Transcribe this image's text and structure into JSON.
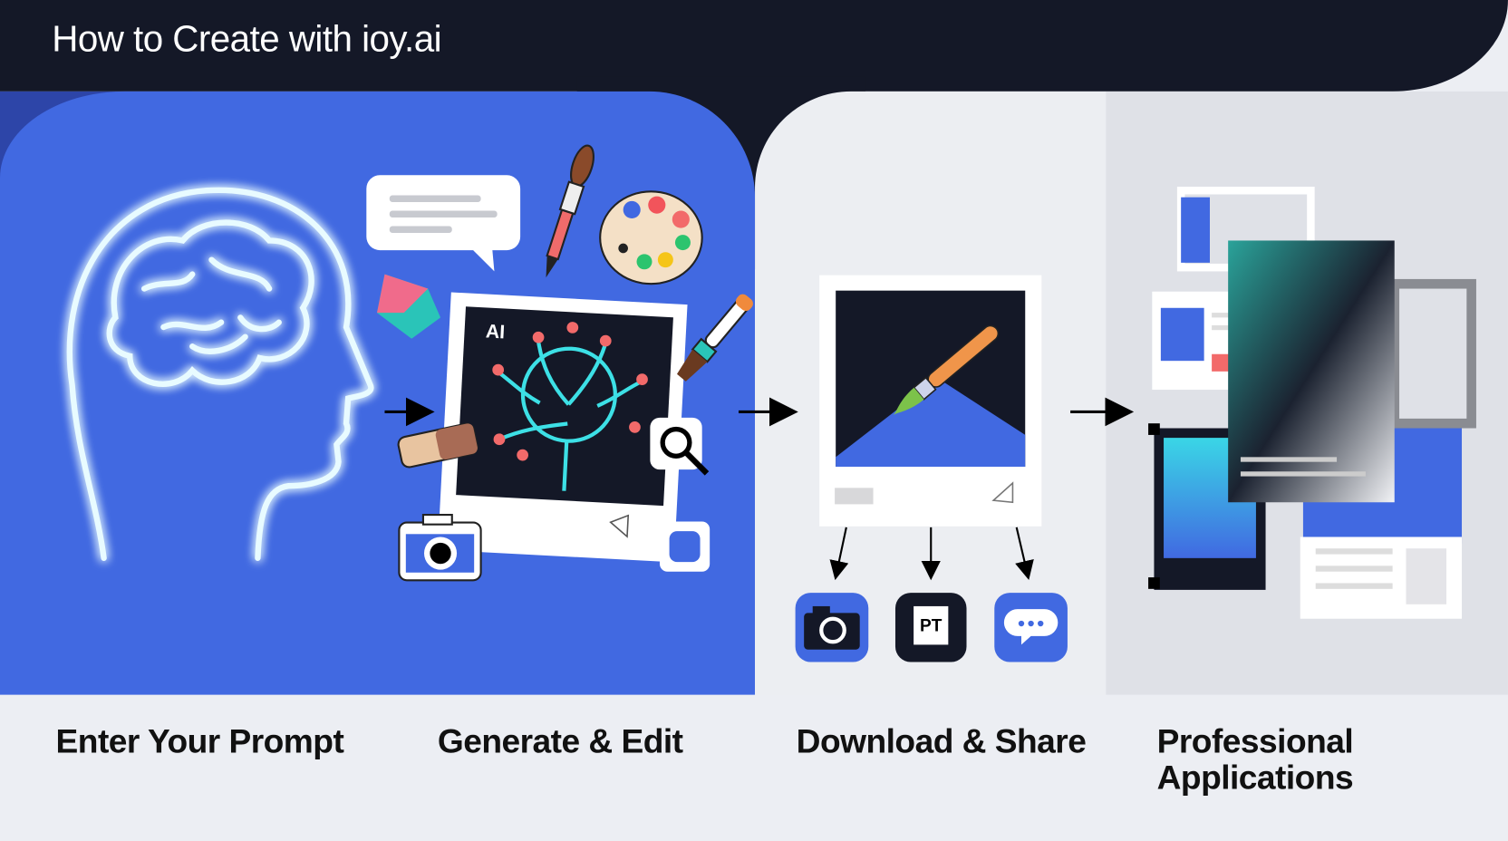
{
  "title": "How to Create with ioy.ai",
  "steps": [
    {
      "label": "Enter Your Prompt"
    },
    {
      "label": "Generate & Edit",
      "image_tag": "AI"
    },
    {
      "label": "Download & Share",
      "share_icons": [
        "camera-icon",
        "pt-app-icon",
        "chat-bubble-icon"
      ],
      "pt_text": "PT"
    },
    {
      "label_line1": "Professional",
      "label_line2": "Applications"
    }
  ],
  "colors": {
    "header": "#141827",
    "accent_blue": "#4169e1",
    "panel_light": "#eceef2",
    "panel_grey": "#dfe1e7"
  }
}
